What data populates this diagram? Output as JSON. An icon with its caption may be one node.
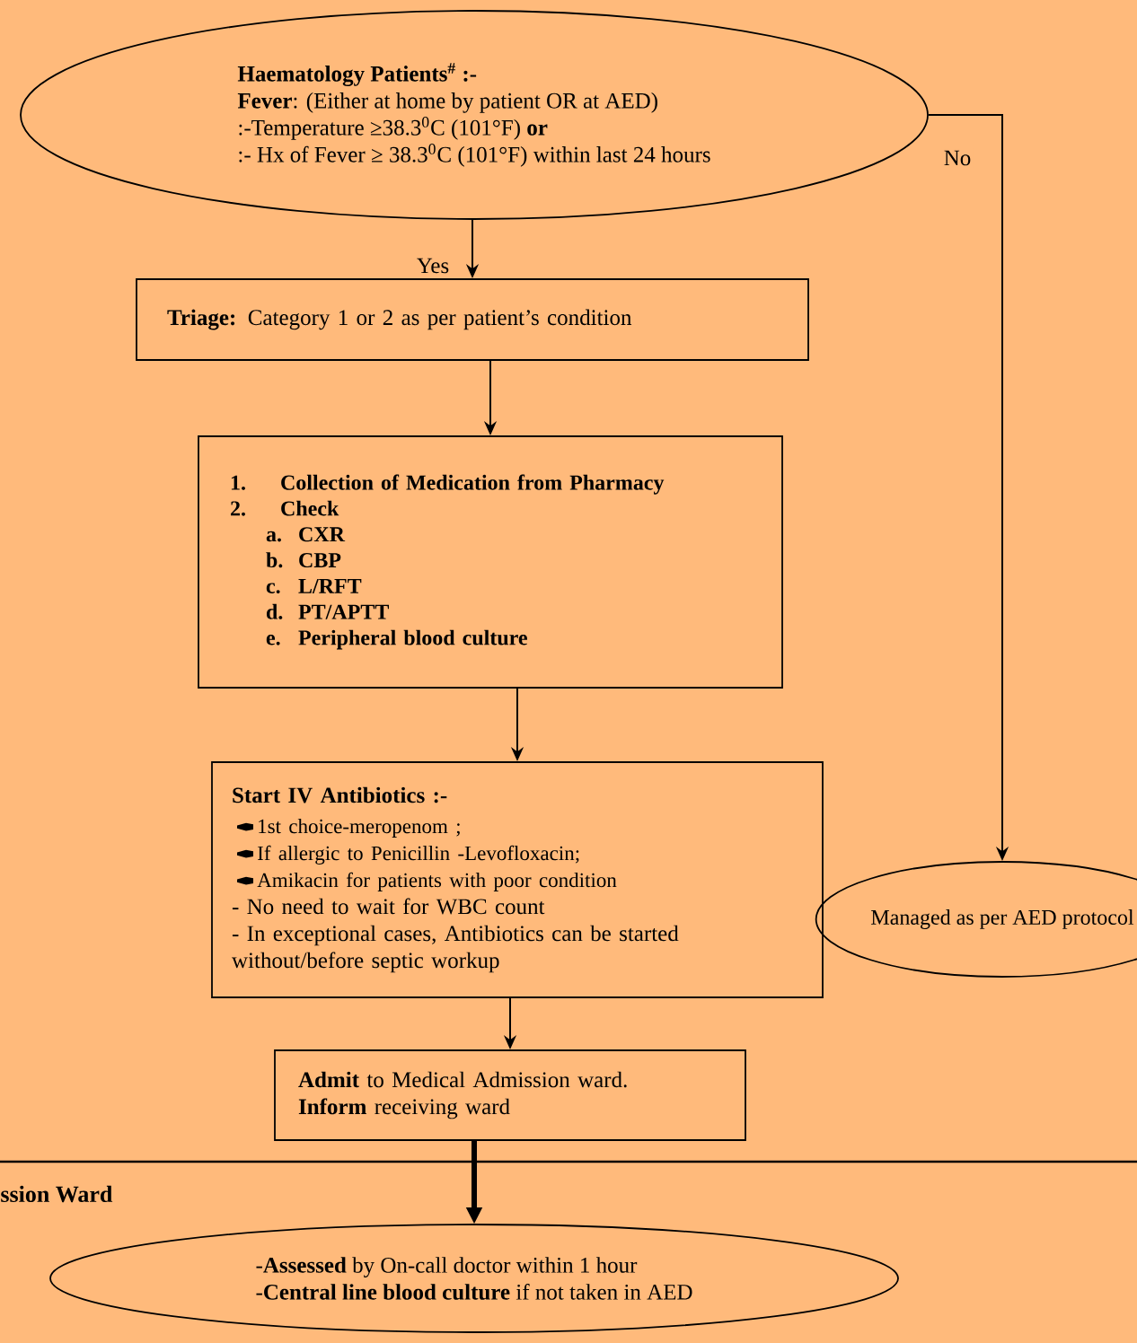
{
  "diagram": {
    "nodes": [
      {
        "text": [
          "Haematology Patients$^{#}$ :-",
          "**Fever**: (Either at home by patient OR at AED)",
          ":-Temperature ≥38.3$^{0}$C (101°F) **or**",
          ":- Hx of Fever ≥ 38.3$^{0}$C (101°F) within last 24 hours"
        ]
      },
      {
        "text": [
          "**Triage:** Category 1 or 2 as per patient’s condition"
        ]
      },
      {
        "text": [
          "1.",
          "Collection of Medication from Pharmacy",
          "2.",
          "Check",
          "a.",
          "CXR",
          "b.",
          "CBP",
          "c.",
          "L/RFT",
          "d.",
          "PT/APTT",
          "e.",
          "Peripheral blood culture"
        ]
      },
      {
        "text": [
          "Start IV Antibiotics :-",
          "1st choice-meropenom ;",
          "If allergic to Penicillin -Levofloxacin;",
          "Amikacin for patients with poor condition",
          "- No need to wait for WBC count",
          "- In exceptional cases, Antibiotics can be started without/before septic workup"
        ]
      },
      {
        "text": [
          "Managed as per AED protocol"
        ]
      },
      {
        "text": [
          "**Admit** to Medical Admission ward.",
          "**Inform** receiving ward"
        ]
      },
      {
        "text": [
          "-**Assessed** by On-call doctor within 1 hour",
          "-**Central line blood culture** if not taken in AED"
        ]
      }
    ],
    "edges": [
      {
        "from": 0,
        "to": 1,
        "arrow": "to",
        "label": "Yes"
      },
      {
        "from": 0,
        "to": 4,
        "arrow": "to",
        "label": "No"
      },
      {
        "from": 1,
        "to": 2,
        "arrow": "to"
      },
      {
        "from": 2,
        "to": 3,
        "arrow": "to"
      },
      {
        "from": 3,
        "to": 5,
        "arrow": "to"
      },
      {
        "from": 5,
        "to": 6,
        "arrow": "to",
        "style": "thick"
      }
    ],
    "labels": [
      "ssion Ward"
    ]
  }
}
